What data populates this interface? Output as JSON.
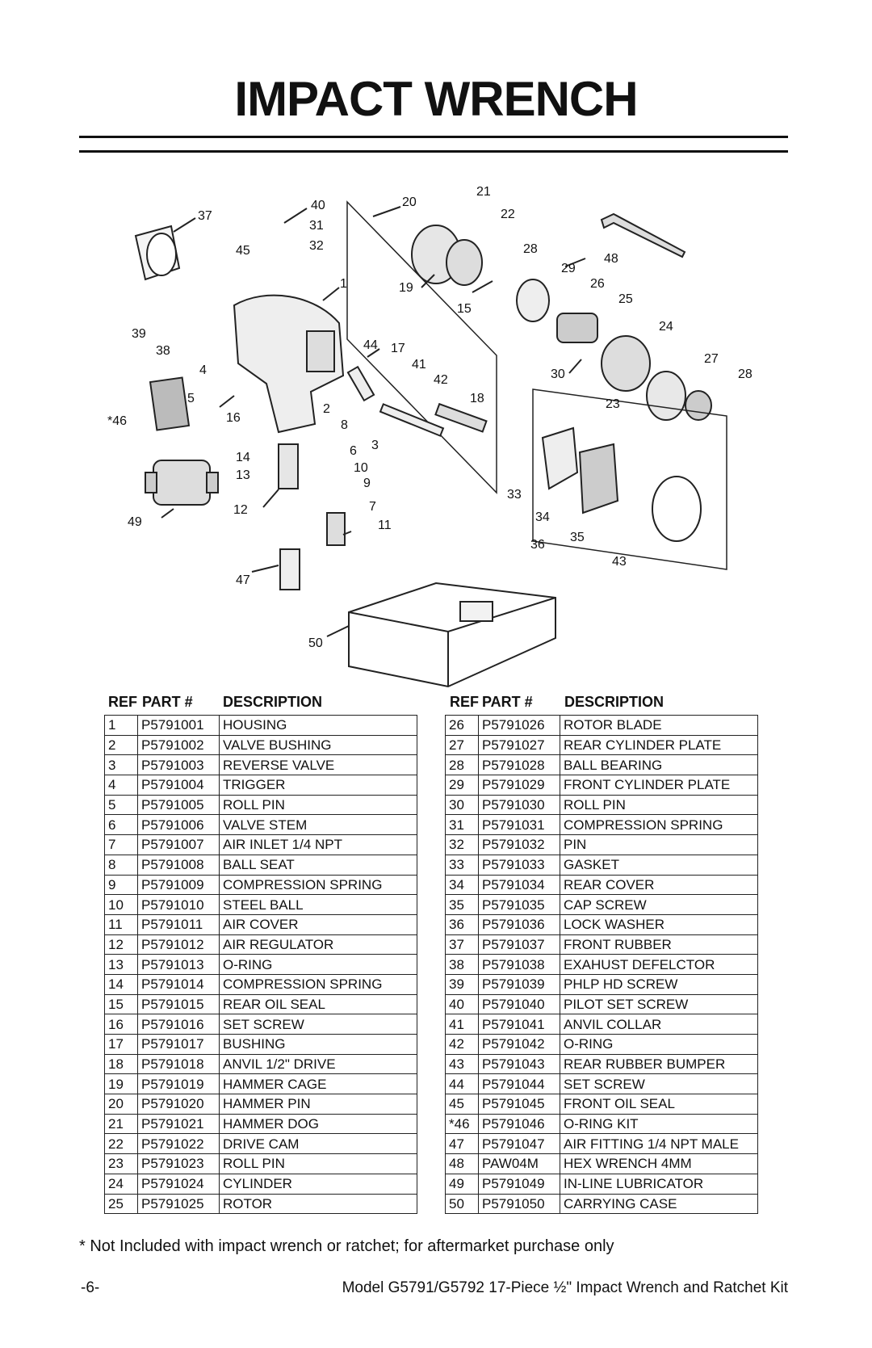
{
  "title": "IMPACT WRENCH",
  "callouts": [
    "37",
    "40",
    "31",
    "45",
    "32",
    "20",
    "21",
    "22",
    "28",
    "29",
    "48",
    "19",
    "1",
    "15",
    "26",
    "25",
    "24",
    "39",
    "38",
    "44",
    "17",
    "27",
    "28",
    "41",
    "4",
    "42",
    "30",
    "23",
    "5",
    "*46",
    "16",
    "2",
    "18",
    "8",
    "3",
    "14",
    "6",
    "13",
    "10",
    "9",
    "33",
    "12",
    "7",
    "34",
    "49",
    "11",
    "35",
    "36",
    "43",
    "47",
    "50"
  ],
  "table_headers": {
    "ref": "REF",
    "part": "PART #",
    "description": "DESCRIPTION"
  },
  "parts_left": [
    {
      "ref": "1",
      "part": "P5791001",
      "description": "HOUSING"
    },
    {
      "ref": "2",
      "part": "P5791002",
      "description": "VALVE BUSHING"
    },
    {
      "ref": "3",
      "part": "P5791003",
      "description": "REVERSE VALVE"
    },
    {
      "ref": "4",
      "part": "P5791004",
      "description": "TRIGGER"
    },
    {
      "ref": "5",
      "part": "P5791005",
      "description": "ROLL PIN"
    },
    {
      "ref": "6",
      "part": "P5791006",
      "description": "VALVE STEM"
    },
    {
      "ref": "7",
      "part": "P5791007",
      "description": "AIR INLET 1/4 NPT"
    },
    {
      "ref": "8",
      "part": "P5791008",
      "description": "BALL SEAT"
    },
    {
      "ref": "9",
      "part": "P5791009",
      "description": "COMPRESSION SPRING"
    },
    {
      "ref": "10",
      "part": "P5791010",
      "description": "STEEL BALL"
    },
    {
      "ref": "11",
      "part": "P5791011",
      "description": "AIR COVER"
    },
    {
      "ref": "12",
      "part": "P5791012",
      "description": "AIR REGULATOR"
    },
    {
      "ref": "13",
      "part": "P5791013",
      "description": "O-RING"
    },
    {
      "ref": "14",
      "part": "P5791014",
      "description": "COMPRESSION SPRING"
    },
    {
      "ref": "15",
      "part": "P5791015",
      "description": "REAR OIL SEAL"
    },
    {
      "ref": "16",
      "part": "P5791016",
      "description": "SET SCREW"
    },
    {
      "ref": "17",
      "part": "P5791017",
      "description": "BUSHING"
    },
    {
      "ref": "18",
      "part": "P5791018",
      "description": "ANVIL 1/2\" DRIVE"
    },
    {
      "ref": "19",
      "part": "P5791019",
      "description": "HAMMER CAGE"
    },
    {
      "ref": "20",
      "part": "P5791020",
      "description": "HAMMER PIN"
    },
    {
      "ref": "21",
      "part": "P5791021",
      "description": "HAMMER DOG"
    },
    {
      "ref": "22",
      "part": "P5791022",
      "description": "DRIVE CAM"
    },
    {
      "ref": "23",
      "part": "P5791023",
      "description": "ROLL PIN"
    },
    {
      "ref": "24",
      "part": "P5791024",
      "description": "CYLINDER"
    },
    {
      "ref": "25",
      "part": "P5791025",
      "description": "ROTOR"
    }
  ],
  "parts_right": [
    {
      "ref": "26",
      "part": "P5791026",
      "description": "ROTOR BLADE"
    },
    {
      "ref": "27",
      "part": "P5791027",
      "description": "REAR CYLINDER PLATE"
    },
    {
      "ref": "28",
      "part": "P5791028",
      "description": "BALL BEARING"
    },
    {
      "ref": "29",
      "part": "P5791029",
      "description": "FRONT CYLINDER PLATE"
    },
    {
      "ref": "30",
      "part": "P5791030",
      "description": "ROLL PIN"
    },
    {
      "ref": "31",
      "part": "P5791031",
      "description": "COMPRESSION SPRING"
    },
    {
      "ref": "32",
      "part": "P5791032",
      "description": "PIN"
    },
    {
      "ref": "33",
      "part": "P5791033",
      "description": "GASKET"
    },
    {
      "ref": "34",
      "part": "P5791034",
      "description": "REAR COVER"
    },
    {
      "ref": "35",
      "part": "P5791035",
      "description": "CAP SCREW"
    },
    {
      "ref": "36",
      "part": "P5791036",
      "description": "LOCK WASHER"
    },
    {
      "ref": "37",
      "part": "P5791037",
      "description": "FRONT RUBBER"
    },
    {
      "ref": "38",
      "part": "P5791038",
      "description": "EXAHUST DEFELCTOR"
    },
    {
      "ref": "39",
      "part": "P5791039",
      "description": "PHLP HD SCREW"
    },
    {
      "ref": "40",
      "part": "P5791040",
      "description": "PILOT SET SCREW"
    },
    {
      "ref": "41",
      "part": "P5791041",
      "description": "ANVIL COLLAR"
    },
    {
      "ref": "42",
      "part": "P5791042",
      "description": "O-RING"
    },
    {
      "ref": "43",
      "part": "P5791043",
      "description": "REAR RUBBER BUMPER"
    },
    {
      "ref": "44",
      "part": "P5791044",
      "description": "SET SCREW"
    },
    {
      "ref": "45",
      "part": "P5791045",
      "description": "FRONT OIL SEAL"
    },
    {
      "ref": "*46",
      "part": "P5791046",
      "description": "O-RING KIT"
    },
    {
      "ref": "47",
      "part": "P5791047",
      "description": "AIR FITTING 1/4 NPT MALE"
    },
    {
      "ref": "48",
      "part": "PAW04M",
      "description": "HEX WRENCH 4MM"
    },
    {
      "ref": "49",
      "part": "P5791049",
      "description": "IN-LINE LUBRICATOR"
    },
    {
      "ref": "50",
      "part": "P5791050",
      "description": "CARRYING CASE"
    }
  ],
  "footnote": "* Not Included with impact wrench or ratchet; for aftermarket purchase only",
  "page_number": "-6-",
  "footer_model": "Model G5791/G5792  17-Piece ½\" Impact Wrench and Ratchet Kit"
}
